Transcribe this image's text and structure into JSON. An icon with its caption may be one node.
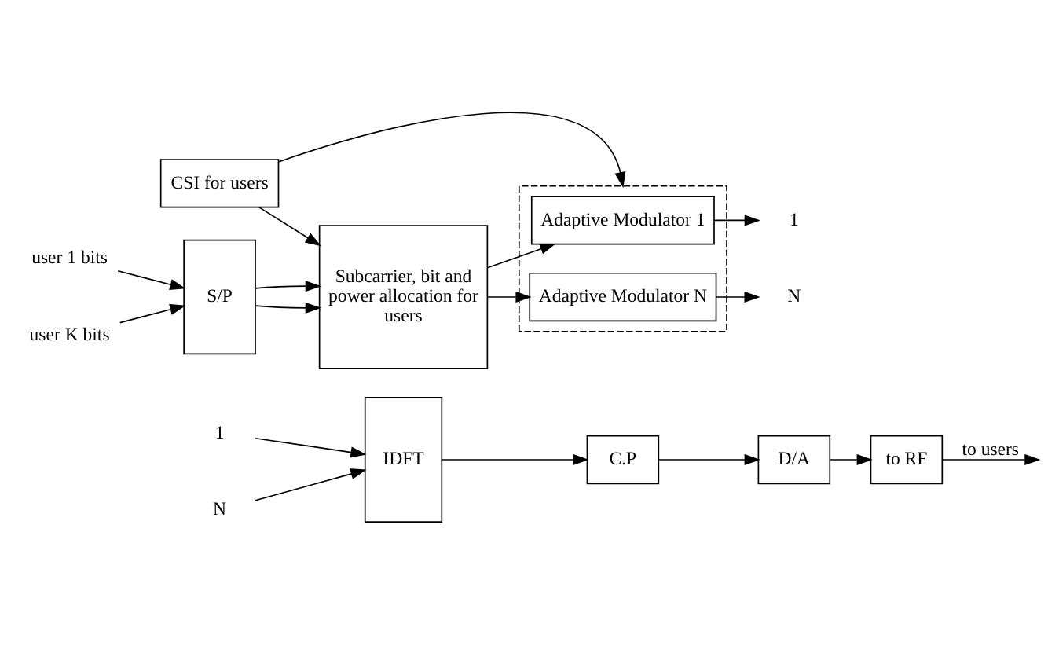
{
  "diagram": {
    "nodes": [
      {
        "text": [
          "CSI for users"
        ]
      },
      {
        "text": [
          "user 1 bits"
        ]
      },
      {
        "text": [
          "user K bits"
        ]
      },
      {
        "text": [
          "S/P"
        ]
      },
      {
        "text": [
          "Subcarrier, bit and power allocation for users"
        ]
      },
      {
        "text": [],
        "shape": "box"
      },
      {
        "text": [
          "Adaptive Modulator 1"
        ],
        "in": 5
      },
      {
        "text": [
          "Adaptive Modulator N"
        ],
        "in": 5
      },
      {
        "text": [
          "1"
        ]
      },
      {
        "text": [
          "N"
        ]
      },
      {
        "text": [
          "1"
        ]
      },
      {
        "text": [
          "N"
        ]
      },
      {
        "text": [
          "IDFT"
        ]
      },
      {
        "text": [
          "C.P"
        ]
      },
      {
        "text": [
          "D/A"
        ]
      },
      {
        "text": [
          "to RF"
        ]
      }
    ],
    "edges": [
      {
        "from": 0,
        "to": 4,
        "arrow": "to"
      },
      {
        "from": 0,
        "to": 5,
        "arrow": "to"
      },
      {
        "from": 1,
        "to": 3,
        "arrow": "to"
      },
      {
        "from": 2,
        "to": 3,
        "arrow": "to"
      },
      {
        "from": 3,
        "to": 4,
        "arrow": "to"
      },
      {
        "from": 3,
        "to": 4,
        "arrow": "to"
      },
      {
        "from": 4,
        "to": 6,
        "arrow": "to"
      },
      {
        "from": 4,
        "to": 7,
        "arrow": "to"
      },
      {
        "from": 6,
        "to": 8,
        "arrow": "to"
      },
      {
        "from": 7,
        "to": 9,
        "arrow": "to"
      },
      {
        "from": 10,
        "to": 12,
        "arrow": "to"
      },
      {
        "from": 11,
        "to": 12,
        "arrow": "to"
      },
      {
        "from": 12,
        "to": 13,
        "arrow": "to"
      },
      {
        "from": 13,
        "to": 14,
        "arrow": "to"
      },
      {
        "from": 14,
        "to": 15,
        "arrow": "to"
      },
      {
        "from": 15,
        "to": null,
        "arrow": "to",
        "label": "to users"
      }
    ]
  }
}
